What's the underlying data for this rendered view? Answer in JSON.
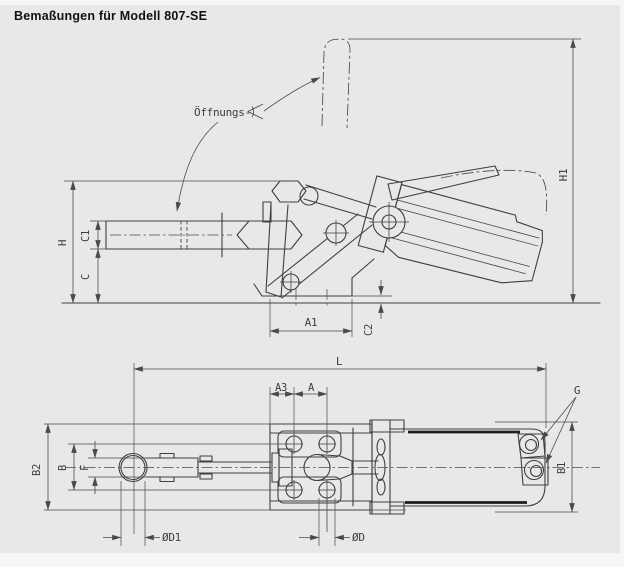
{
  "title": "Bemaßungen für Modell 807-SE",
  "colors": {
    "background": "#e8e8e8",
    "line": "#3f3f3f",
    "text": "#111111"
  },
  "drawing": {
    "side_view": {
      "opening_label": "Öffnungs-",
      "dims": {
        "H1": "H1",
        "H": "H",
        "C1": "C1",
        "C": "C",
        "A1": "A1",
        "C2": "C2"
      }
    },
    "plan_view": {
      "dims": {
        "L": "L",
        "A3": "A3",
        "A": "A",
        "B2": "B2",
        "B": "B",
        "F": "F",
        "B1": "B1",
        "G": "G",
        "D1": "ØD1",
        "D": "ØD"
      }
    }
  }
}
